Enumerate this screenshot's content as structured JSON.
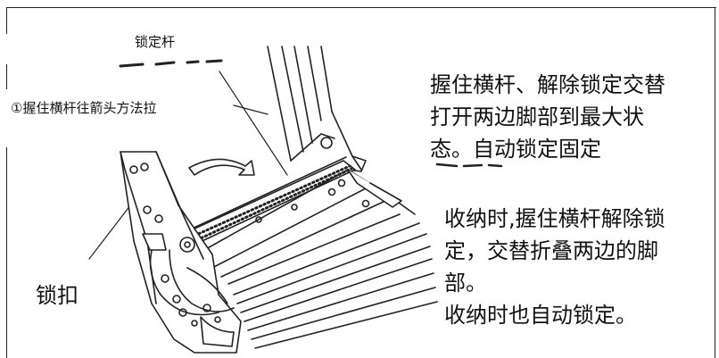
{
  "labels": {
    "lock_bar": "锁定杆",
    "step_one": "①握住横杆往箭头方法拉",
    "buckle": "锁扣"
  },
  "open_instructions": {
    "lines": [
      "握住横杆、解除锁定交替",
      "打开两边脚部到最大状",
      "态。自动锁定固定"
    ]
  },
  "fold_instructions": {
    "lines": [
      "收纳时,握住横杆解除锁",
      "定，交替折叠两边的脚",
      "部。",
      "收纳时也自动锁定。"
    ]
  },
  "colors": {
    "line": "#222222",
    "background": "#ffffff"
  }
}
